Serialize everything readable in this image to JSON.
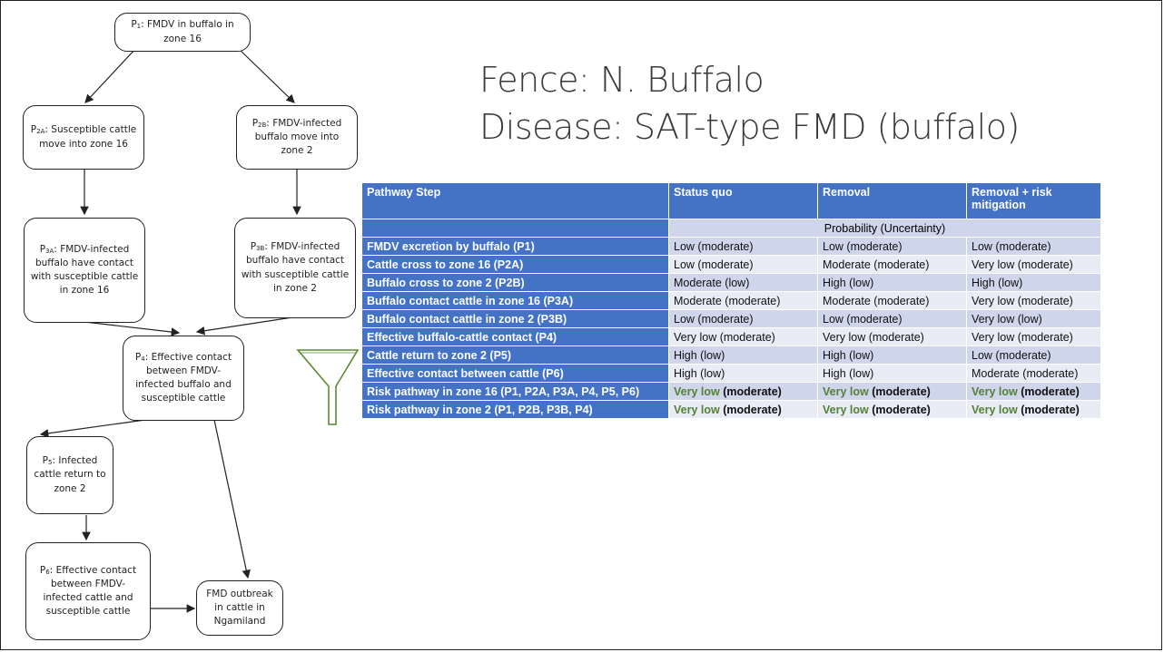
{
  "title": {
    "line1": "Fence: N. Buffalo",
    "line2": "Disease: SAT-type FMD (buffalo)"
  },
  "flowchart": {
    "p1": "FMDV in buffalo in zone 16",
    "p2a": "Susceptible cattle move into zone 16",
    "p2b": "FMDV-infected buffalo move into zone 2",
    "p3a": "FMDV-infected buffalo have contact with susceptible cattle in zone 16",
    "p3b": "FMDV-infected buffalo have contact with susceptible cattle in zone 2",
    "p4": "Effective contact between FMDV-infected buffalo and susceptible cattle",
    "p5": "Infected cattle return to zone 2",
    "p6": "Effective contact between FMDV-infected cattle and susceptible cattle",
    "outcome": "FMD outbreak in cattle in Ngamiland"
  },
  "table": {
    "headers": [
      "Pathway Step",
      "Status quo",
      "Removal",
      "Removal + risk mitigation"
    ],
    "subheader": "Probability (Uncertainty)",
    "rows": [
      {
        "step": "FMDV excretion by buffalo (P1)",
        "values": [
          "Low (moderate)",
          "Low (moderate)",
          "Low (moderate)"
        ]
      },
      {
        "step": "Cattle cross to zone 16 (P2A)",
        "values": [
          "Low (moderate)",
          "Moderate (moderate)",
          "Very low (moderate)"
        ]
      },
      {
        "step": "Buffalo cross to zone 2 (P2B)",
        "values": [
          "Moderate (low)",
          "High (low)",
          "High (low)"
        ]
      },
      {
        "step": "Buffalo contact cattle in zone 16 (P3A)",
        "values": [
          "Moderate (moderate)",
          "Moderate (moderate)",
          "Very low (moderate)"
        ]
      },
      {
        "step": "Buffalo contact cattle in zone 2 (P3B)",
        "values": [
          "Low (moderate)",
          "Low (moderate)",
          "Very low (low)"
        ]
      },
      {
        "step": "Effective buffalo-cattle contact (P4)",
        "values": [
          "Very low (moderate)",
          "Very low (moderate)",
          "Very low (moderate)"
        ]
      },
      {
        "step": "Cattle return to zone 2 (P5)",
        "values": [
          "High (low)",
          "High (low)",
          "Low (moderate)"
        ]
      },
      {
        "step": "Effective contact between cattle (P6)",
        "values": [
          "High (low)",
          "High (low)",
          "Moderate (moderate)"
        ]
      }
    ],
    "risk_rows": [
      {
        "step": "Risk pathway in zone 16 (P1, P2A, P3A, P4, P5, P6)",
        "values": [
          [
            "Very low",
            "(moderate)"
          ],
          [
            "Very low",
            "(moderate)"
          ],
          [
            "Very low",
            "(moderate)"
          ]
        ]
      },
      {
        "step": "Risk pathway in zone 2 (P1, P2B, P3B, P4)",
        "values": [
          [
            "Very low",
            "(moderate)"
          ],
          [
            "Very low",
            "(moderate)"
          ],
          [
            "Very low",
            "(moderate)"
          ]
        ]
      }
    ]
  }
}
